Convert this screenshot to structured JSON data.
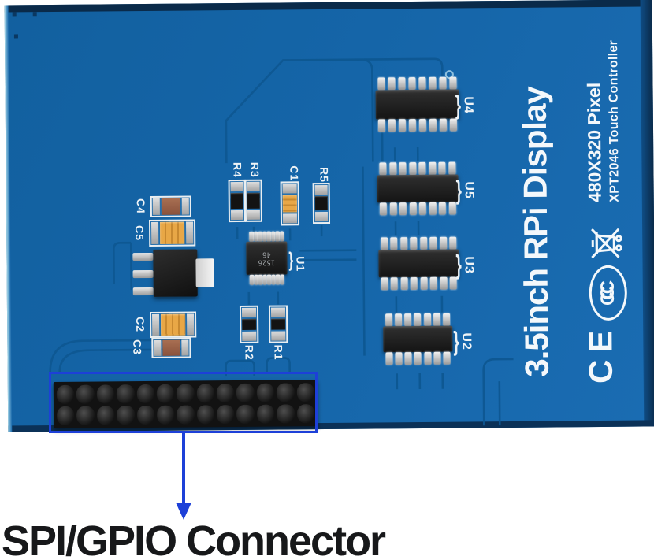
{
  "photo": {
    "board": {
      "title": "3.5inch RPi Display",
      "resolution_label": "480X320 Pixel",
      "touch_label": "XPT2046 Touch Controller",
      "ce_mark": "CE",
      "ccc_mark": "CCC",
      "brace": "}",
      "silkscreen": {
        "c1": "C1",
        "c2": "C2",
        "c3": "C3",
        "c4": "C4",
        "c5": "C5",
        "r1": "R1",
        "r2": "R2",
        "r3": "R3",
        "r4": "R4",
        "r5": "R5",
        "u1": "U1",
        "u2": "U2",
        "u3": "U3",
        "u4": "U4",
        "u5": "U5"
      },
      "u1_marking_line1": "1526",
      "u1_marking_line2": "46"
    },
    "annotation": {
      "label": "SPI/GPIO Connector",
      "highlight_color": "#1d40d8"
    }
  }
}
